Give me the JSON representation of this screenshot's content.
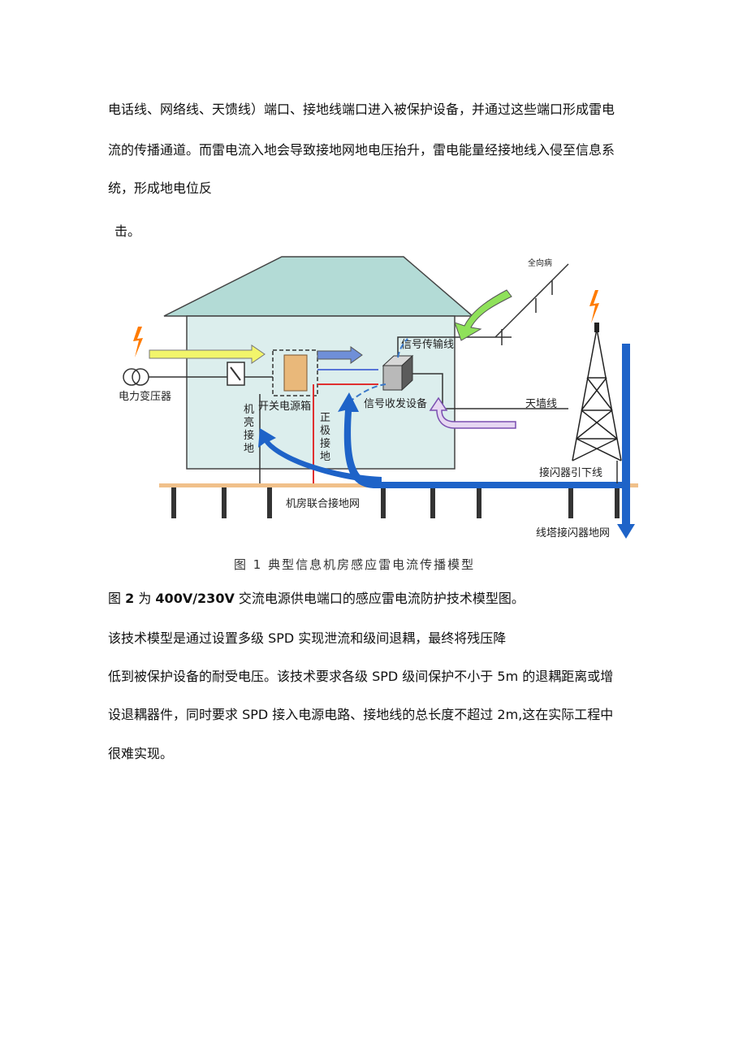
{
  "paragraphs_top": [
    "电话线、网络线、天馈线）端口、接地线端口进入被保护设备，并通过这些端口形成雷电",
    "流的传播通道。而雷电流入地会导致接地网地电压抬升，雷电能量经接地线入侵至信息系",
    "统，形成地电位反",
    "击。"
  ],
  "figure": {
    "labels": {
      "transformer": "电力变压器",
      "switch_box": "开关电源箱",
      "signal_line": "信号传输线",
      "signal_device": "信号收发设备",
      "antenna_line": "天墙线",
      "rack_ground": [
        "机",
        "亮",
        "接",
        "地"
      ],
      "pos_ground": [
        "正",
        "极",
        "接",
        "地"
      ],
      "combined_ground": "机房联合接地网",
      "down_conductor": "接闪器引下线",
      "tower_ground": "线塔接闪器地网",
      "antenna_top": "全向病"
    },
    "caption": "图 1  典型信息机房感应雷电流传播模型"
  },
  "line_fig2": {
    "prefix": "图 ",
    "num": "2",
    "mid": " 为 ",
    "bold": "400V/230V",
    "rest": " 交流电源供电端口的感应雷电流防护技术模型图。"
  },
  "paragraphs_bottom": [
    "该技术模型是通过设置多级 SPD 实现泄流和级间退耦，最终将残压降",
    "低到被保护设备的耐受电压。该技术要求各级 SPD 级间保护不小于 5m 的退耦距离或增",
    "设退耦器件，同时要求 SPD 接入电源电路、接地线的总长度不超过 2m,这在实际工程中",
    "很难实现。"
  ]
}
